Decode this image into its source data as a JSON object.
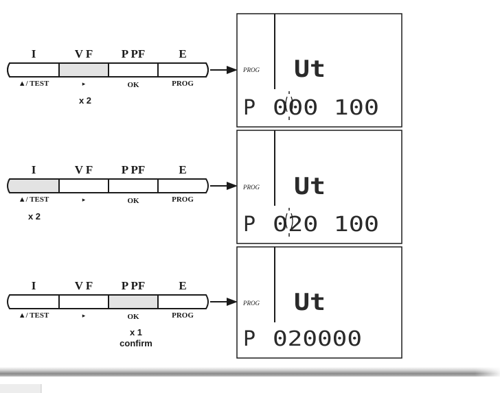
{
  "key_labels": {
    "i": "I",
    "vf": "V F",
    "ppf": "P PF",
    "e": "E"
  },
  "sub_labels": {
    "up_test": "▲/ TEST",
    "right": "▸",
    "ok": "OK",
    "prog": "PROG"
  },
  "steps": [
    {
      "highlight_key": "vf",
      "press_count": "x 2",
      "press_note": "",
      "display": {
        "prog_label": "PROG",
        "top_text": "Ut",
        "bottom_prefix": "P",
        "bottom_digits": "000 100",
        "blink_marker": true
      }
    },
    {
      "highlight_key": "i",
      "press_count": "x 2",
      "press_note": "",
      "display": {
        "prog_label": "PROG",
        "top_text": "Ut",
        "bottom_prefix": "P",
        "bottom_digits": "020 100",
        "blink_marker": true
      }
    },
    {
      "highlight_key": "ppf",
      "press_count": "x 1",
      "press_note": "confirm",
      "display": {
        "prog_label": "PROG",
        "top_text": "Ut",
        "bottom_prefix": "P",
        "bottom_digits": "020000",
        "blink_marker": false
      }
    }
  ],
  "colors": {
    "line": "#1a1a1a",
    "highlight": "#e3e3e3",
    "lcd_segment": "#2a2a2a",
    "footer_bar": "#888888"
  }
}
